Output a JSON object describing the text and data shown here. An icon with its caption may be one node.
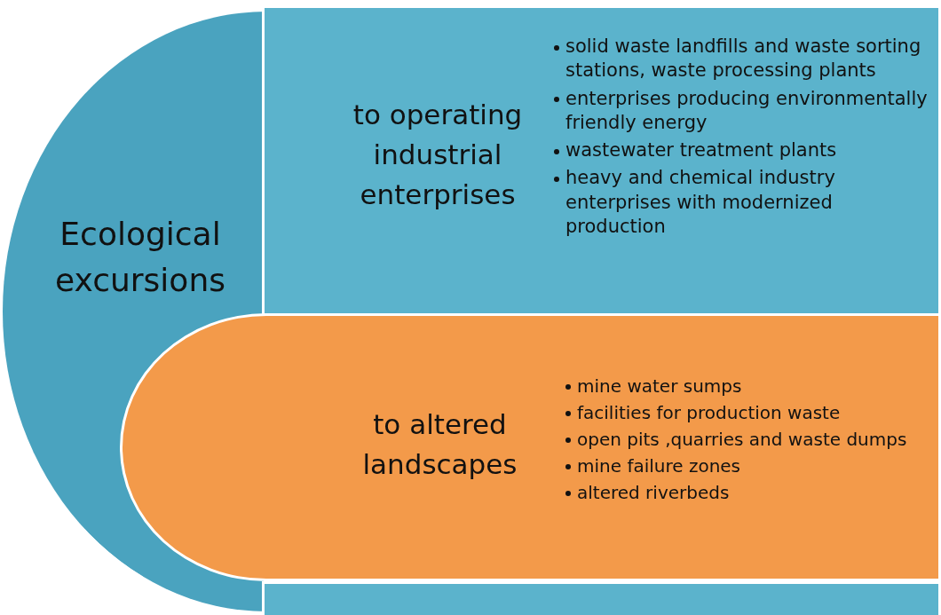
{
  "diagram": {
    "nodes": [
      {
        "text": [
          "Ecological excursions"
        ]
      },
      {
        "text": [
          "to operating industrial enterprises",
          "solid waste landfills and waste sorting stations, waste processing plants",
          "enterprises producing environmentally friendly energy",
          "wastewater treatment plants",
          "heavy and chemical industry enterprises with modernized production"
        ]
      },
      {
        "text": [
          "to altered landscapes",
          "mine water sumps",
          "facilities for production waste",
          "open pits ,quarries and waste dumps",
          "mine failure zones",
          "altered riverbeds"
        ]
      },
      {
        "text": [],
        "shape": "box"
      }
    ],
    "edges": []
  }
}
